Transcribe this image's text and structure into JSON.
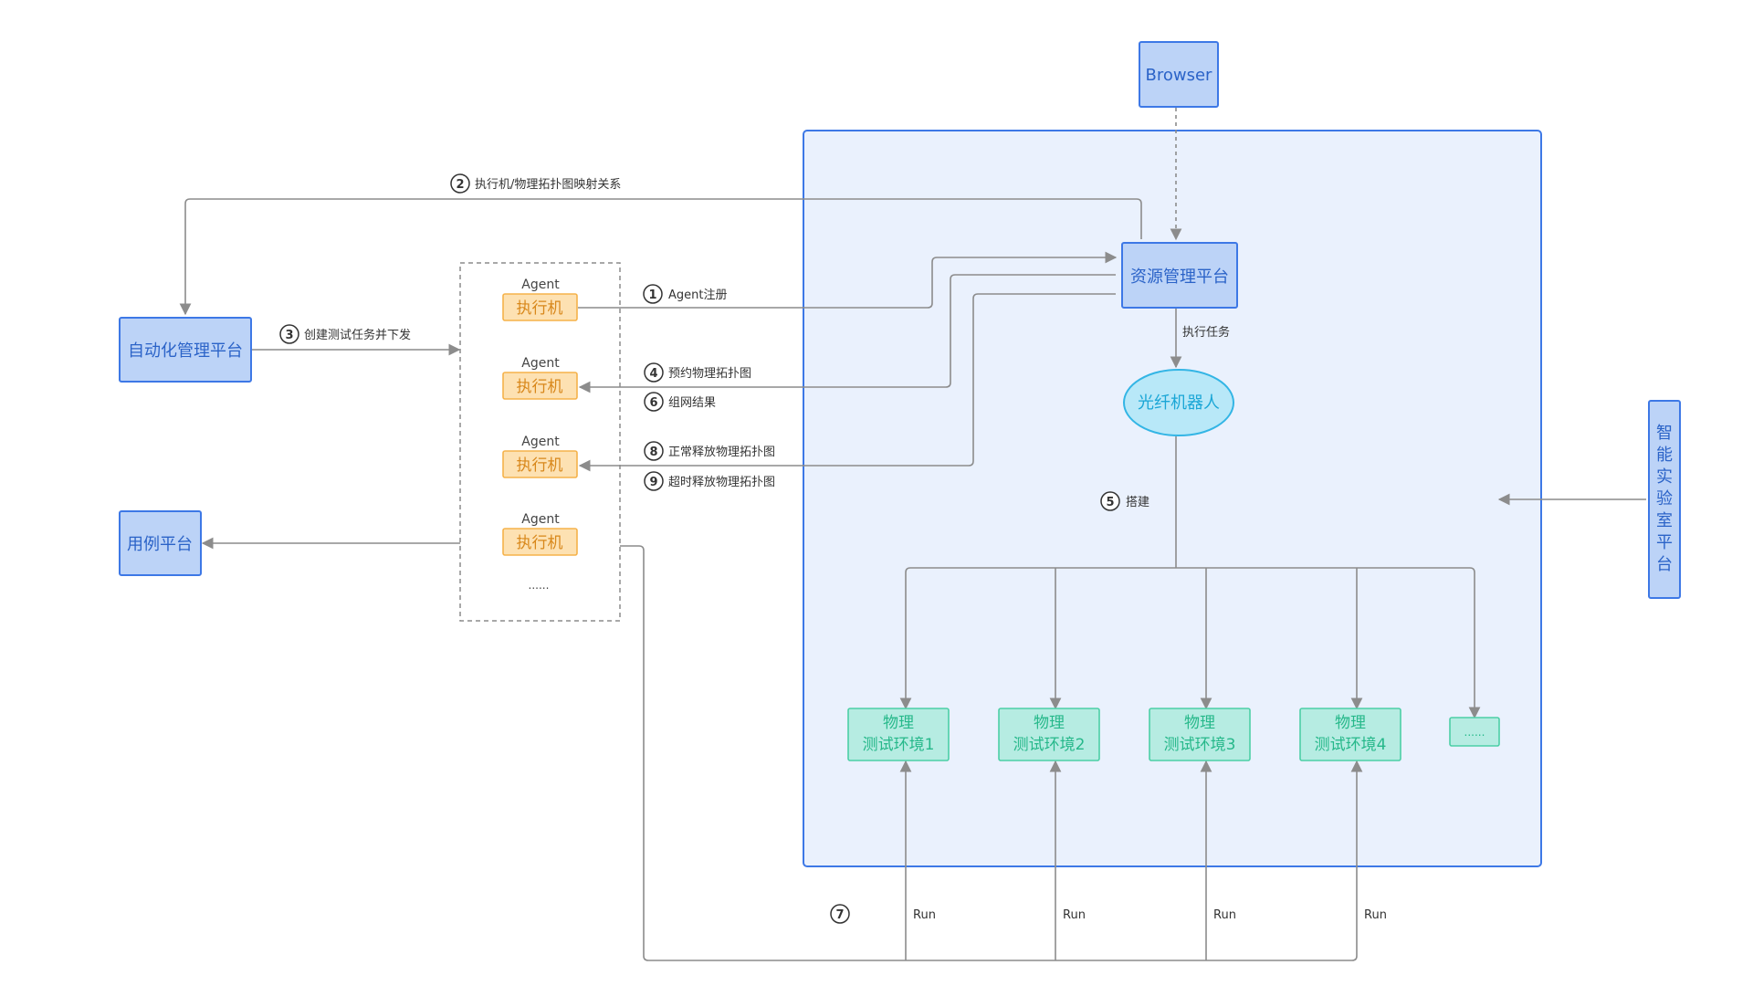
{
  "nodes": {
    "browser": "Browser",
    "resource_platform": "资源管理平台",
    "fiber_robot": "光纤机器人",
    "automation_platform": "自动化管理平台",
    "case_platform": "用例平台",
    "smart_lab_platform": [
      "智",
      "能",
      "实",
      "验",
      "室",
      "平",
      "台"
    ],
    "agents": [
      {
        "label": "Agent",
        "executor": "执行机"
      },
      {
        "label": "Agent",
        "executor": "执行机"
      },
      {
        "label": "Agent",
        "executor": "执行机"
      },
      {
        "label": "Agent",
        "executor": "执行机"
      }
    ],
    "agents_more": "......",
    "envs": [
      {
        "line1": "物理",
        "line2": "测试环境1"
      },
      {
        "line1": "物理",
        "line2": "测试环境2"
      },
      {
        "line1": "物理",
        "line2": "测试环境3"
      },
      {
        "line1": "物理",
        "line2": "测试环境4"
      }
    ],
    "envs_more": "......"
  },
  "edges": {
    "step1": {
      "num": "1",
      "label": "Agent注册"
    },
    "step2": {
      "num": "2",
      "label": "执行机/物理拓扑图映射关系"
    },
    "step3": {
      "num": "3",
      "label": "创建测试任务并下发"
    },
    "step4": {
      "num": "4",
      "label": "预约物理拓扑图"
    },
    "step5": {
      "num": "5",
      "label": "搭建"
    },
    "step6": {
      "num": "6",
      "label": "组网结果"
    },
    "step7": {
      "num": "7"
    },
    "step8": {
      "num": "8",
      "label": "正常释放物理拓扑图"
    },
    "step9": {
      "num": "9",
      "label": "超时释放物理拓扑图"
    },
    "exec_task": "执行任务",
    "run_labels": [
      "Run",
      "Run",
      "Run",
      "Run"
    ]
  },
  "colors": {
    "blue_fill": "#bcd3f7",
    "blue_stroke": "#3d78e6",
    "blue_text": "#2b63c8",
    "region_fill": "#eaf1fd",
    "orange_fill": "#fde1b2",
    "orange_stroke": "#f5b24a",
    "orange_text": "#d8871a",
    "green_fill": "#b6ece2",
    "green_stroke": "#4ccfa6",
    "green_text": "#26b88a",
    "cyan_fill": "#b8e8f8",
    "cyan_stroke": "#33b5e5",
    "cyan_text": "#1aa6d6",
    "line": "#8c8c8c"
  }
}
